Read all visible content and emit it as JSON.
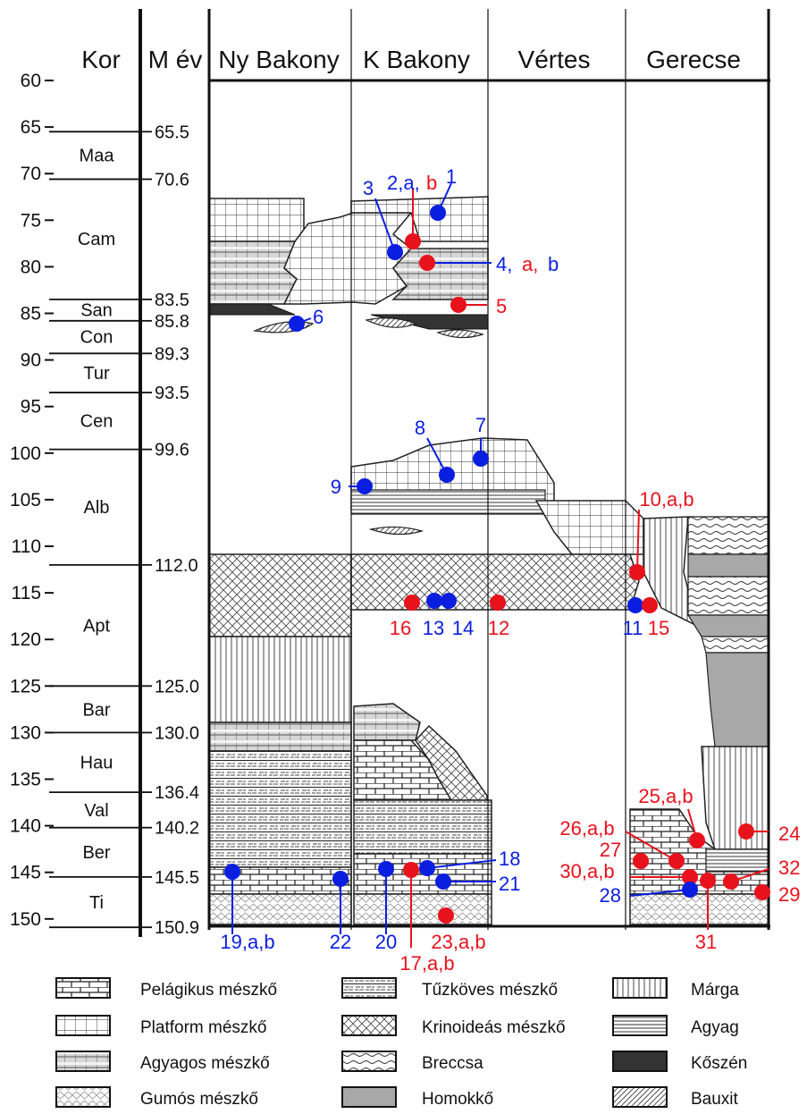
{
  "headers": {
    "kor": "Kor",
    "mev": "M év",
    "nyb": "Ny Bakony",
    "kb": "K Bakony",
    "vertes": "Vértes",
    "gerecse": "Gerecse"
  },
  "yaxis": [
    "60",
    "65",
    "70",
    "75",
    "80",
    "85",
    "90",
    "95",
    "100",
    "105",
    "110",
    "115",
    "120",
    "125",
    "130",
    "135",
    "140",
    "145",
    "150"
  ],
  "ages": [
    {
      "label": "65.5",
      "value": 65.5
    },
    {
      "label": "70.6",
      "value": 70.6
    },
    {
      "label": "83.5",
      "value": 83.5
    },
    {
      "label": "85.8",
      "value": 85.8
    },
    {
      "label": "89.3",
      "value": 89.3
    },
    {
      "label": "93.5",
      "value": 93.5
    },
    {
      "label": "99.6",
      "value": 99.6
    },
    {
      "label": "112.0",
      "value": 112.0
    },
    {
      "label": "125.0",
      "value": 125.0
    },
    {
      "label": "130.0",
      "value": 130.0
    },
    {
      "label": "136.4",
      "value": 136.4
    },
    {
      "label": "140.2",
      "value": 140.2
    },
    {
      "label": "145.5",
      "value": 145.5
    },
    {
      "label": "150.9",
      "value": 150.9
    }
  ],
  "stages": [
    {
      "label": "Maa",
      "value": 68
    },
    {
      "label": "Cam",
      "value": 77
    },
    {
      "label": "San",
      "value": 84.6
    },
    {
      "label": "Con",
      "value": 87.5
    },
    {
      "label": "Tur",
      "value": 91.4
    },
    {
      "label": "Cen",
      "value": 96.5
    },
    {
      "label": "Alb",
      "value": 105.8
    },
    {
      "label": "Apt",
      "value": 118.5
    },
    {
      "label": "Bar",
      "value": 127.5
    },
    {
      "label": "Hau",
      "value": 133.2
    },
    {
      "label": "Val",
      "value": 138.3
    },
    {
      "label": "Ber",
      "value": 142.8
    },
    {
      "label": "Ti",
      "value": 148.2
    }
  ],
  "sample_labels": [
    {
      "text": "1",
      "color": "blue"
    },
    {
      "text": "2,a,",
      "color": "blue"
    },
    {
      "text": "b",
      "color": "red"
    },
    {
      "text": "3",
      "color": "blue"
    },
    {
      "text": "4,",
      "color": "blue"
    },
    {
      "text": "a,",
      "color": "red"
    },
    {
      "text": "b",
      "color": "blue"
    },
    {
      "text": "5",
      "color": "red"
    },
    {
      "text": "6",
      "color": "blue"
    },
    {
      "text": "7",
      "color": "blue"
    },
    {
      "text": "8",
      "color": "blue"
    },
    {
      "text": "9",
      "color": "blue"
    },
    {
      "text": "10,a,b",
      "color": "red"
    },
    {
      "text": "11",
      "color": "blue"
    },
    {
      "text": "12",
      "color": "red"
    },
    {
      "text": "13",
      "color": "blue"
    },
    {
      "text": "14",
      "color": "blue"
    },
    {
      "text": "15",
      "color": "red"
    },
    {
      "text": "16",
      "color": "red"
    },
    {
      "text": "17,a,b",
      "color": "red"
    },
    {
      "text": "18",
      "color": "blue"
    },
    {
      "text": "19,a,b",
      "color": "blue"
    },
    {
      "text": "20",
      "color": "blue"
    },
    {
      "text": "21",
      "color": "blue"
    },
    {
      "text": "22",
      "color": "blue"
    },
    {
      "text": "23,a,b",
      "color": "red"
    },
    {
      "text": "24",
      "color": "red"
    },
    {
      "text": "25,a,b",
      "color": "red"
    },
    {
      "text": "26,a,b",
      "color": "red"
    },
    {
      "text": "27",
      "color": "red"
    },
    {
      "text": "28",
      "color": "blue"
    },
    {
      "text": "29",
      "color": "red"
    },
    {
      "text": "30,a,b",
      "color": "red"
    },
    {
      "text": "31",
      "color": "red"
    },
    {
      "text": "32",
      "color": "red"
    }
  ],
  "legend": [
    {
      "label": "Pelágikus mészkő",
      "pattern": "pelagic"
    },
    {
      "label": "Tűzköves mészkő",
      "pattern": "cherty"
    },
    {
      "label": "Márga",
      "pattern": "marl"
    },
    {
      "label": "Platform mészkő",
      "pattern": "platform"
    },
    {
      "label": "Krinoideás mészkő",
      "pattern": "crinoid"
    },
    {
      "label": "Agyag",
      "pattern": "clay"
    },
    {
      "label": "Agyagos mészkő",
      "pattern": "argil"
    },
    {
      "label": "Breccsa",
      "pattern": "breccia"
    },
    {
      "label": "Kőszén",
      "pattern": "coal"
    },
    {
      "label": "Gumós mészkő",
      "pattern": "nodular"
    },
    {
      "label": "Homokkő",
      "pattern": "sand"
    },
    {
      "label": "Bauxit",
      "pattern": "bauxite"
    }
  ],
  "colors": {
    "red": "#e8121c",
    "blue": "#0a1ee0",
    "ink": "#111111",
    "sand": "#a8a8a8",
    "coal": "#333333"
  }
}
